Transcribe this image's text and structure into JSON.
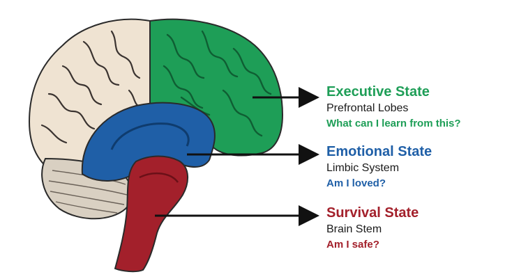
{
  "colors": {
    "executive": "#1e9e57",
    "emotional": "#1f5fa7",
    "survival": "#a3202b",
    "cortex_back": "#efe3d2",
    "cerebellum": "#d9d0c2",
    "outline": "#2a2a2a",
    "arrow": "#111111"
  },
  "icons": {
    "arrow": "arrow-right-icon"
  },
  "labels": {
    "executive": {
      "title": "Executive State",
      "subtitle": "Prefrontal Lobes",
      "question": "What can I learn from this?"
    },
    "emotional": {
      "title": "Emotional State",
      "subtitle": "Limbic System",
      "question": "Am I loved?"
    },
    "survival": {
      "title": "Survival State",
      "subtitle": "Brain Stem",
      "question": "Am I safe?"
    }
  }
}
